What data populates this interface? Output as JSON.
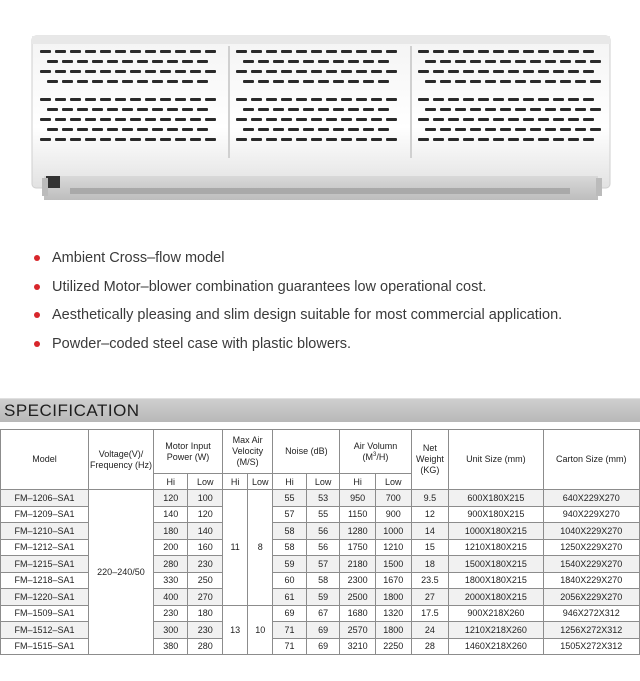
{
  "features": [
    "Ambient Cross–flow model",
    "Utilized Motor–blower combination guarantees low operational cost.",
    "Aesthetically pleasing and slim design suitable for most commercial application.",
    "Powder–coded steel case with plastic blowers."
  ],
  "spec": {
    "title": "SPECIFICATION",
    "headers": {
      "model": "Model",
      "voltage": "Voltage(V)/ Frequency (Hz)",
      "motor": "Motor Input Power (W)",
      "velocity": "Max Air Velocity (M/S)",
      "noise": "Noise (dB)",
      "air_a": "Air Volumn (M",
      "air_sup": "3",
      "air_b": "/H)",
      "weight": "Net Weight (KG)",
      "unit": "Unit Size (mm)",
      "carton": "Carton Size (mm)",
      "hi": "Hi",
      "low": "Low"
    },
    "voltage_value": "220–240/50",
    "velocity_group1": {
      "hi": "11",
      "low": "8"
    },
    "velocity_group2": {
      "hi": "13",
      "low": "10"
    },
    "rows": [
      [
        "FM–1206–SA1",
        "120",
        "100",
        "55",
        "53",
        "950",
        "700",
        "9.5",
        "600X180X215",
        "640X229X270"
      ],
      [
        "FM–1209–SA1",
        "140",
        "120",
        "57",
        "55",
        "1150",
        "900",
        "12",
        "900X180X215",
        "940X229X270"
      ],
      [
        "FM–1210–SA1",
        "180",
        "140",
        "58",
        "56",
        "1280",
        "1000",
        "14",
        "1000X180X215",
        "1040X229X270"
      ],
      [
        "FM–1212–SA1",
        "200",
        "160",
        "58",
        "56",
        "1750",
        "1210",
        "15",
        "1210X180X215",
        "1250X229X270"
      ],
      [
        "FM–1215–SA1",
        "280",
        "230",
        "59",
        "57",
        "2180",
        "1500",
        "18",
        "1500X180X215",
        "1540X229X270"
      ],
      [
        "FM–1218–SA1",
        "330",
        "250",
        "60",
        "58",
        "2300",
        "1670",
        "23.5",
        "1800X180X215",
        "1840X229X270"
      ],
      [
        "FM–1220–SA1",
        "400",
        "270",
        "61",
        "59",
        "2500",
        "1800",
        "27",
        "2000X180X215",
        "2056X229X270"
      ],
      [
        "FM–1509–SA1",
        "230",
        "180",
        "69",
        "67",
        "1680",
        "1320",
        "17.5",
        "900X218X260",
        "946X272X312"
      ],
      [
        "FM–1512–SA1",
        "300",
        "230",
        "71",
        "69",
        "2570",
        "1800",
        "24",
        "1210X218X260",
        "1256X272X312"
      ],
      [
        "FM–1515–SA1",
        "380",
        "280",
        "71",
        "69",
        "3210",
        "2250",
        "28",
        "1460X218X260",
        "1505X272X312"
      ]
    ]
  }
}
